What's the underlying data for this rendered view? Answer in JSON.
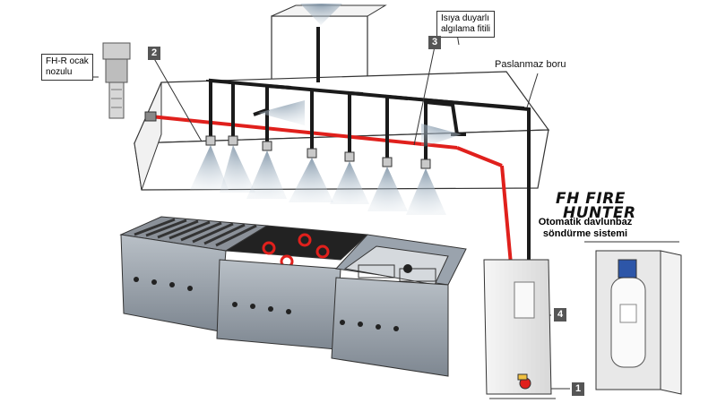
{
  "labels": {
    "nozzle_callout": "FH-R ocak\nnozulu",
    "detector_callout": "Isıya duyarlı\nalgılama fitili",
    "pipe_label": "Paslanmaz boru",
    "brand_line1": "FH FIRE",
    "brand_line2": "HUNTER",
    "system_title": "Otomatik davlunbaz\nsöndürme sistemi"
  },
  "markers": [
    "1",
    "2",
    "3",
    "4"
  ],
  "colors": {
    "detector_line": "#e0201c",
    "pipe": "#1b1b1b",
    "hood": "#ffffff",
    "cabinet": "#ecebeb",
    "stove_body": "#9aa3ad"
  }
}
